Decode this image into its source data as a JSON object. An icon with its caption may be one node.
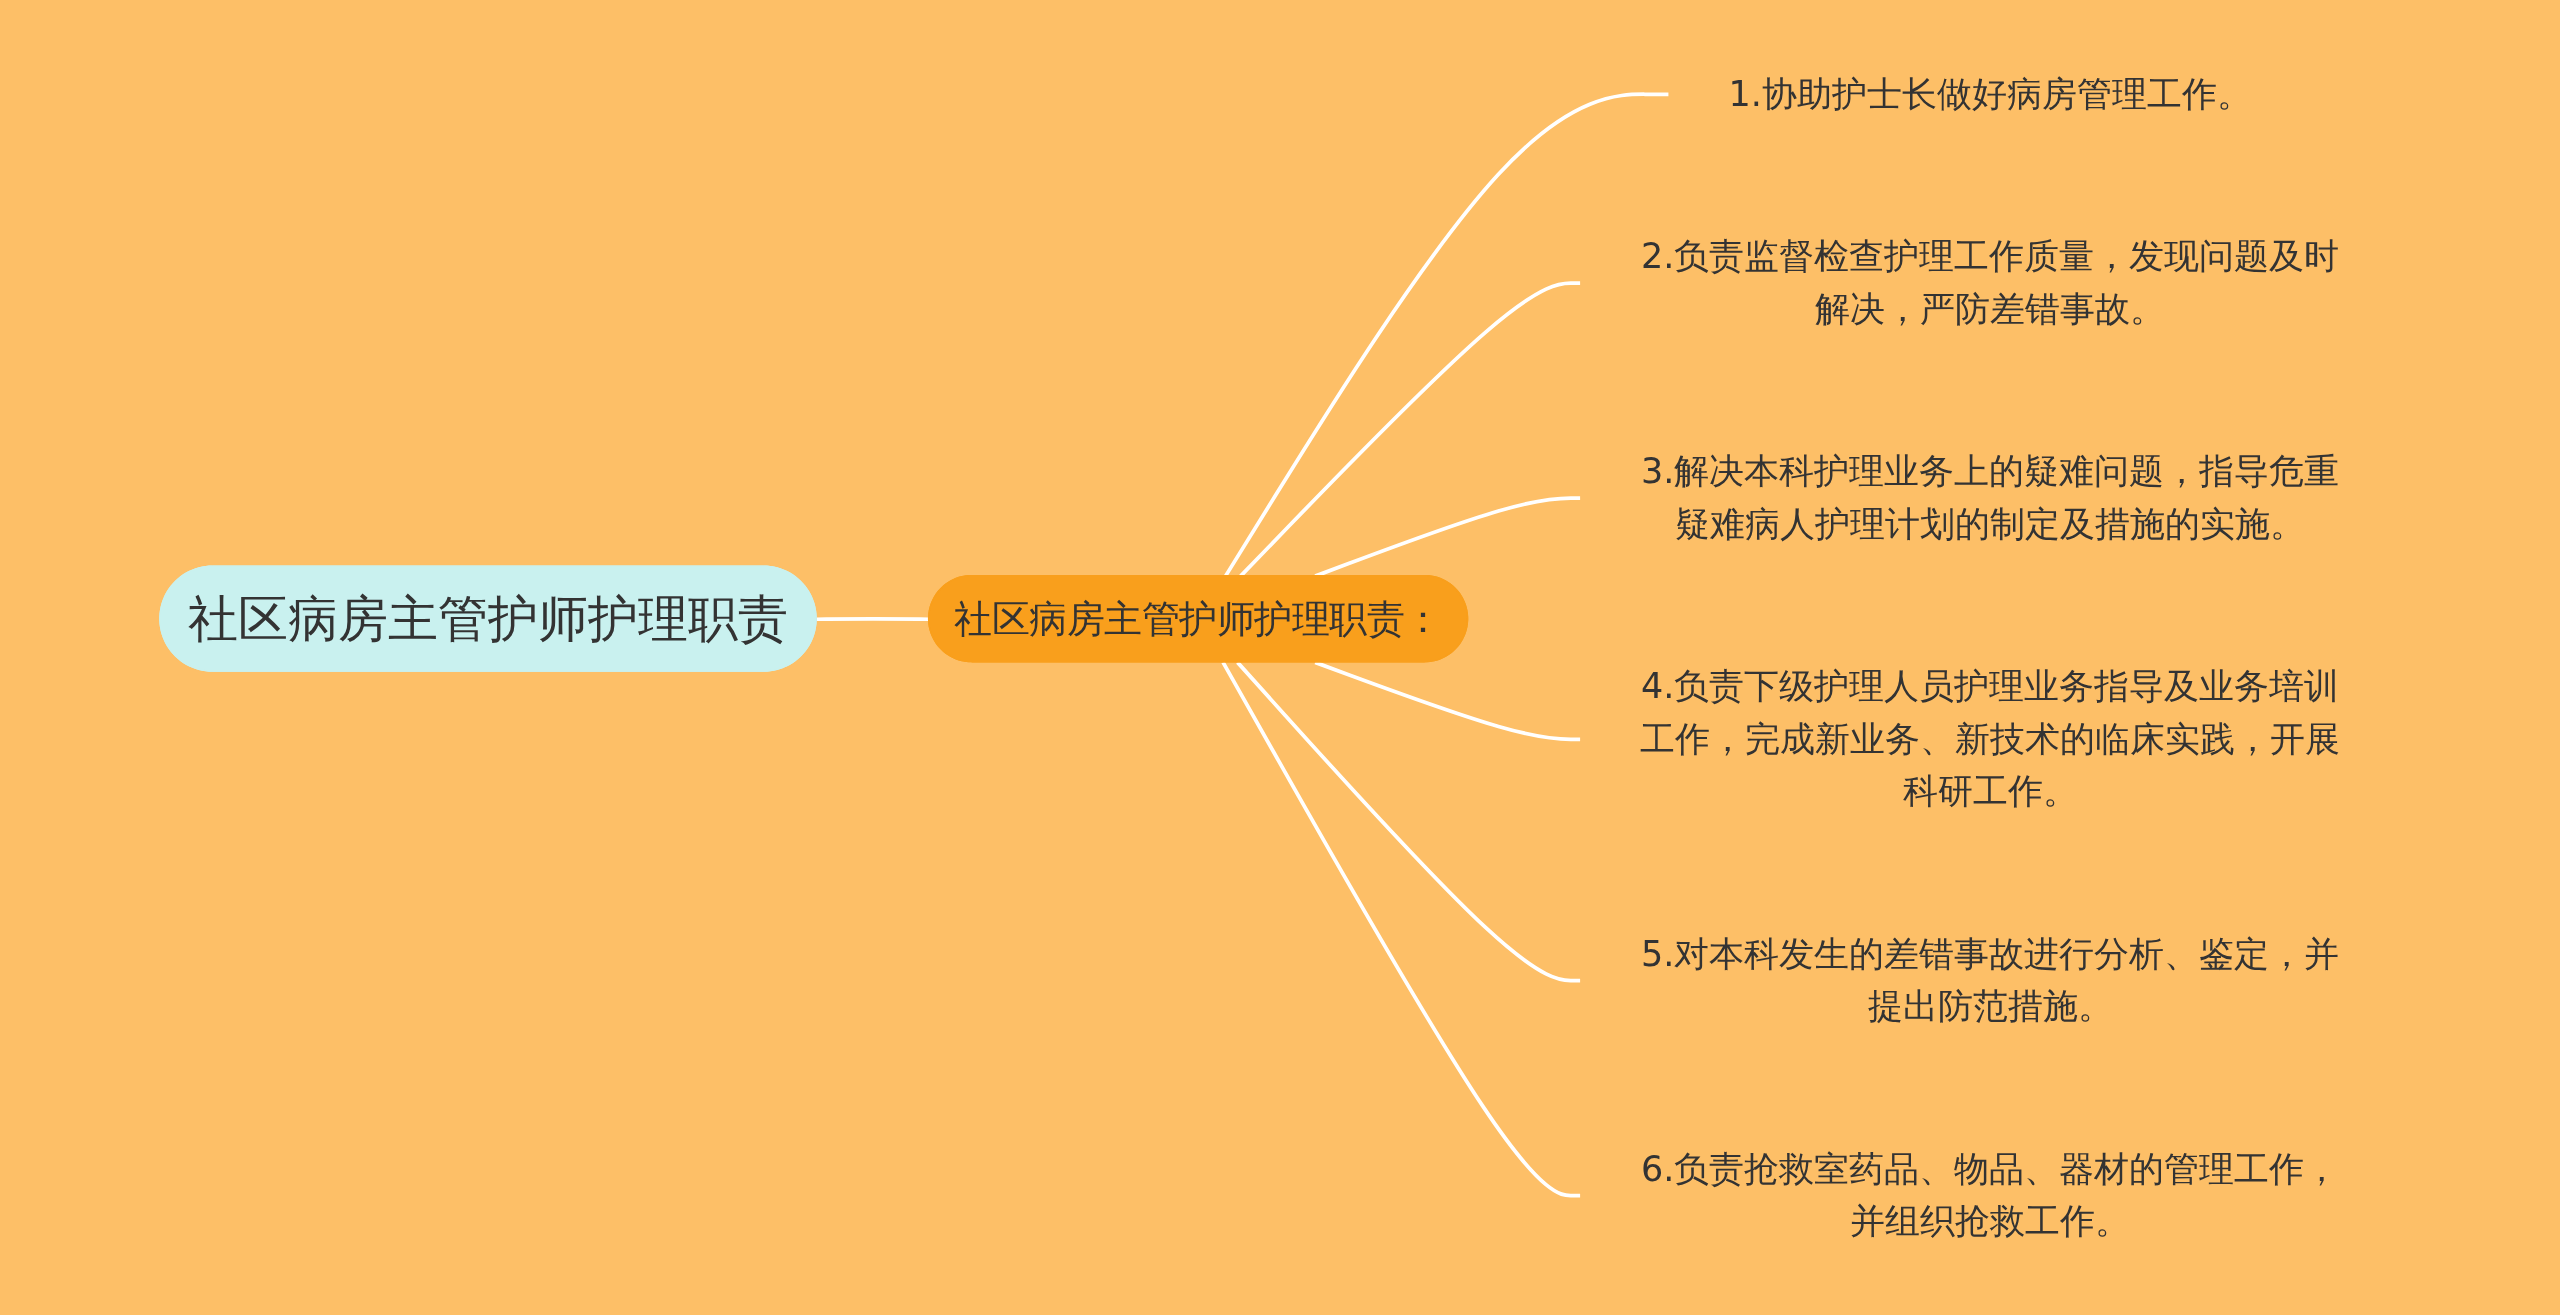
{
  "diagram": {
    "nodes": [
      {
        "text": [
          "社区病房主管护师护理职责"
        ]
      },
      {
        "text": [
          "社区病房主管护师护理职责："
        ]
      },
      {
        "text": [
          "1.协助护士长做好病房管理工作。"
        ]
      },
      {
        "text": [
          "2.负责监督检查护理工作质量，发现问题及时解决，严防差错事故。"
        ]
      },
      {
        "text": [
          "3.解决本科护理业务上的疑难问题，指导危重疑难病人护理计划的制定及措施的实施。"
        ]
      },
      {
        "text": [
          "4.负责下级护理人员护理业务指导及业务培训工作，完成新业务、新技术的临床实践，开展科研工作。"
        ]
      },
      {
        "text": [
          "5.对本科发生的差错事故进行分析、鉴定，并提出防范措施。"
        ]
      },
      {
        "text": [
          "6.负责抢救室药品、物品、器材的管理工作，并组织抢救工作。"
        ]
      }
    ],
    "edges": [
      {
        "from": 0,
        "to": 1,
        "arrow": "none"
      },
      {
        "from": 1,
        "to": 2,
        "arrow": "none"
      },
      {
        "from": 1,
        "to": 3,
        "arrow": "none"
      },
      {
        "from": 1,
        "to": 4,
        "arrow": "none"
      },
      {
        "from": 1,
        "to": 5,
        "arrow": "none"
      },
      {
        "from": 1,
        "to": 6,
        "arrow": "none"
      },
      {
        "from": 1,
        "to": 7,
        "arrow": "none"
      }
    ]
  }
}
